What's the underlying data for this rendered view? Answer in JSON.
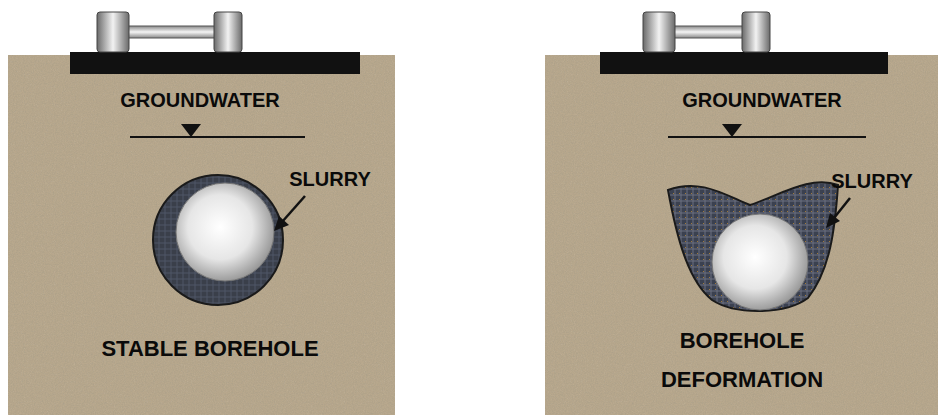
{
  "diagram": {
    "labels": [
      "GROUNDWATER",
      "SLURRY",
      "STABLE BOREHOLE",
      "GROUNDWATER",
      "SLURRY",
      "BOREHOLE DEFORMATION"
    ]
  }
}
